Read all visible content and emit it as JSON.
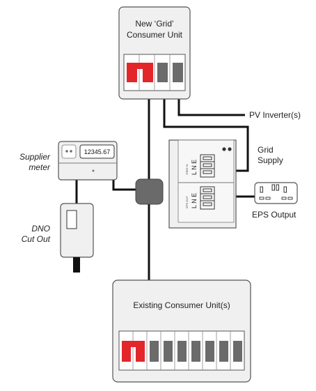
{
  "labels": {
    "new_grid_unit_line1": "New ‘Grid’",
    "new_grid_unit_line2": "Consumer Unit",
    "pv_inverter": "PV Inverter(s)",
    "grid_supply_line1": "Grid",
    "grid_supply_line2": "Supply",
    "eps_output": "EPS Output",
    "supplier_meter_line1": "Supplier",
    "supplier_meter_line2": "meter",
    "meter_reading": "12345.67",
    "dno_cutout_line1": "DNO",
    "dno_cutout_line2": "Cut Out",
    "existing_unit": "Existing Consumer Unit(s)",
    "terminal_top": "L N E",
    "terminal_bottom": "L N E",
    "terminal_top_small": "GRID IN",
    "terminal_bottom_small": "EPS OUT"
  },
  "colors": {
    "breaker_red": "#e3262a",
    "breaker_grey": "#6b6b6b",
    "box_fill": "#f0f0f0",
    "line": "#111111",
    "junction": "#6a6a6a"
  },
  "icons": {
    "junction": "junction-box-icon",
    "socket": "double-socket-icon"
  }
}
